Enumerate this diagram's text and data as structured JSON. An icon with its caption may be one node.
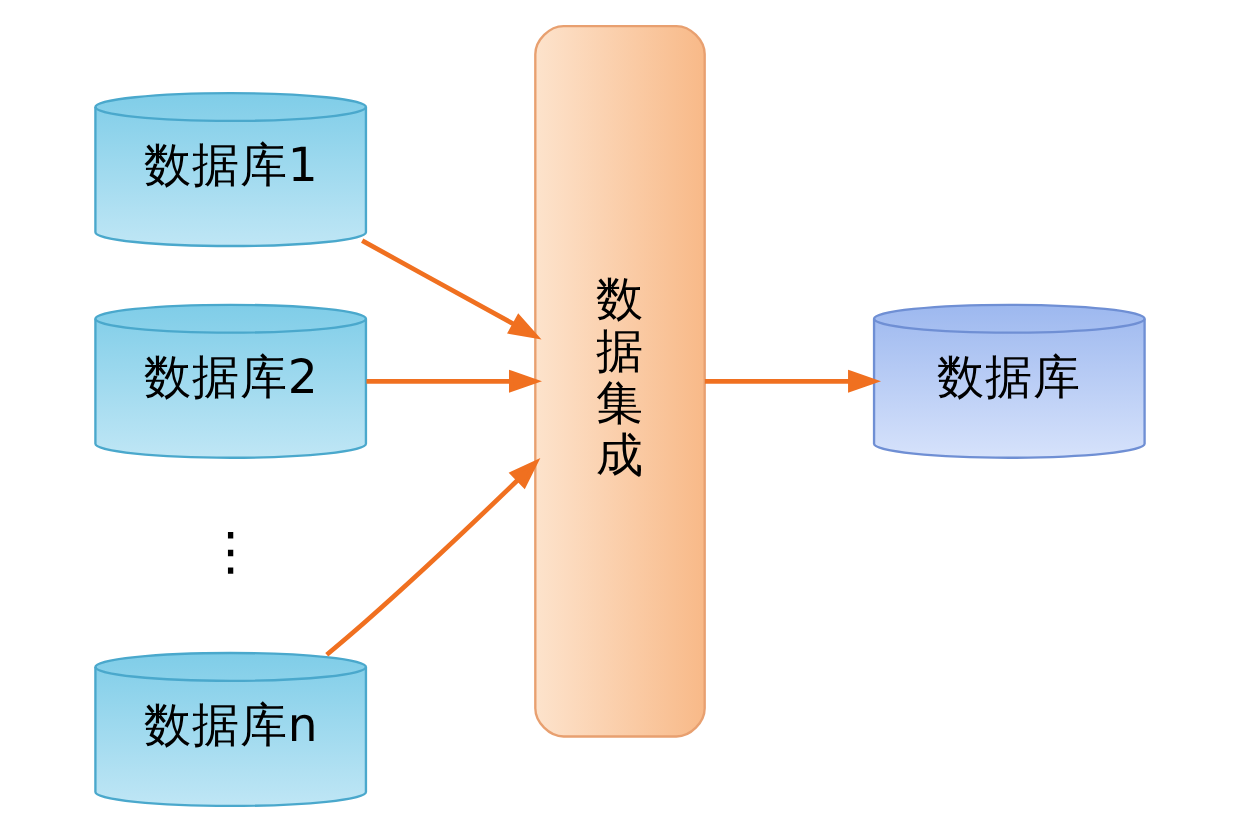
{
  "diagram": {
    "nodes": [
      {
        "text": [
          "数据库1"
        ]
      },
      {
        "text": [
          "数据库2"
        ]
      },
      {
        "text": [
          "数据库n"
        ]
      },
      {
        "text": [
          "数据集成"
        ]
      },
      {
        "text": [
          "数据库"
        ]
      }
    ],
    "edges": [
      {
        "from": 0,
        "to": 3,
        "arrow": "to"
      },
      {
        "from": 1,
        "to": 3,
        "arrow": "to"
      },
      {
        "from": 2,
        "to": 3,
        "arrow": "to"
      },
      {
        "from": 3,
        "to": 4,
        "arrow": "to"
      }
    ],
    "labels": [
      "⋮"
    ]
  }
}
